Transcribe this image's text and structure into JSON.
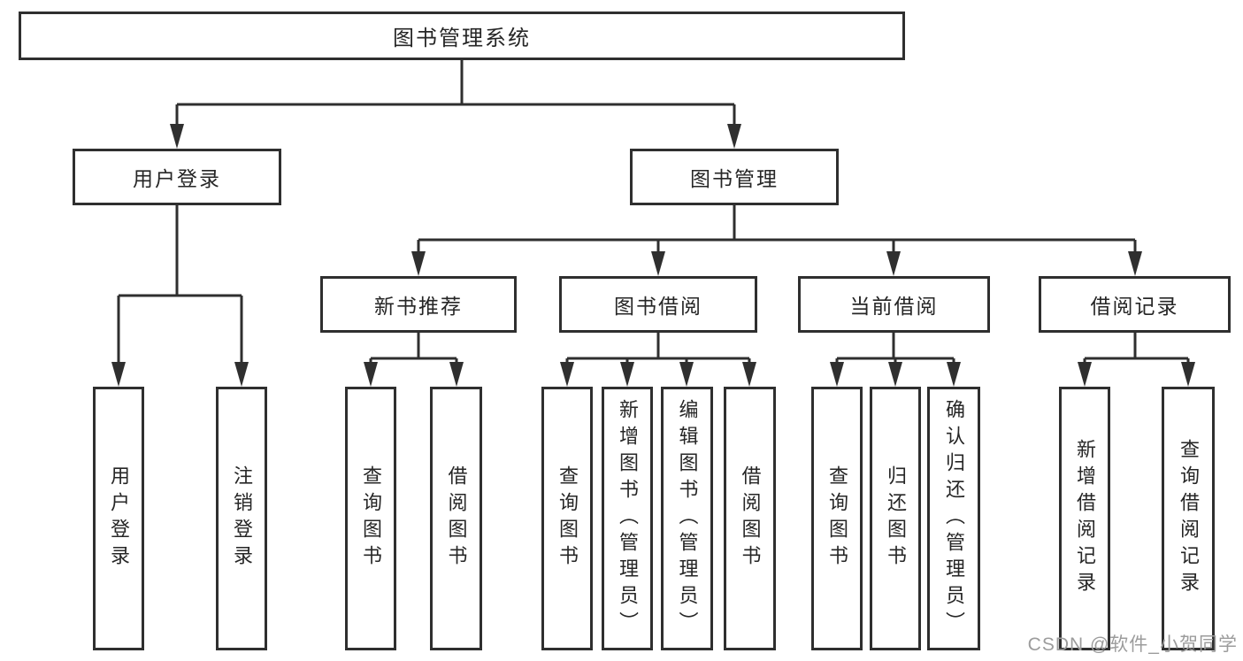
{
  "nodes": {
    "root": "图书管理系统",
    "user_login": "用户登录",
    "book_mgmt": "图书管理",
    "new_book": "新书推荐",
    "book_borrow": "图书借阅",
    "current_borrow": "当前借阅",
    "borrow_record": "借阅记录",
    "leaves": {
      "user_login_1": "用户登录",
      "user_login_2": "注销登录",
      "new_book_1": "查询图书",
      "new_book_2": "借阅图书",
      "book_borrow_1": "查询图书",
      "book_borrow_2": "新增图书（管理员）",
      "book_borrow_3": "编辑图书（管理员）",
      "book_borrow_4": "借阅图书",
      "current_borrow_1": "查询图书",
      "current_borrow_2": "归还图书",
      "current_borrow_3": "确认归还（管理员）",
      "borrow_record_1": "新增借阅记录",
      "borrow_record_2": "查询借阅记录"
    }
  },
  "watermark": "CSDN @软件_小贺同学",
  "colors": {
    "line": "#2f2f2f",
    "text": "#262626",
    "watermark": "#9c9c9c",
    "background": "#ffffff"
  }
}
